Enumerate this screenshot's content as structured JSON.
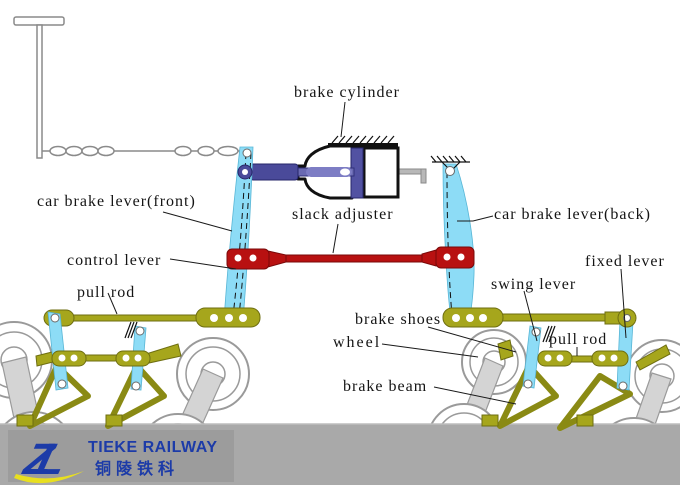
{
  "diagram": {
    "subject": "railway car foundation brake rigging",
    "labels": {
      "brake_cylinder": "brake cylinder",
      "car_brake_lever_front": "car brake lever(front)",
      "slack_adjuster": "slack adjuster",
      "car_brake_lever_back": "car brake lever(back)",
      "control_lever": "control lever",
      "pull_rod_left": "pull rod",
      "swing_lever": "swing lever",
      "fixed_lever": "fixed lever",
      "brake_shoes": "brake shoes",
      "wheel": "wheel",
      "pull_rod_right": "pull rod",
      "brake_beam": "brake beam"
    },
    "colors": {
      "lever_cyan": "#8ddcf6",
      "piston_blue": "#5050a0",
      "adjuster_red": "#b81111",
      "linkage_olive": "#a6a61c",
      "ground_grey": "#a9a9a9",
      "logo_blue": "#1c3ba8",
      "logo_yellow": "#e8df1f"
    }
  },
  "logo": {
    "monogram": "ZL",
    "company_en": "TIEKE RAILWAY",
    "company_zh": "铜陵铁科"
  }
}
